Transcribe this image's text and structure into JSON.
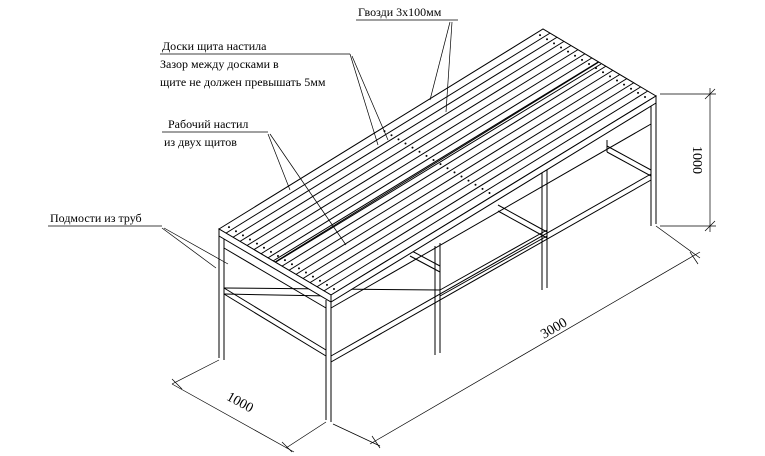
{
  "labels": {
    "nails": "Гвозди 3х100мм",
    "boards_line1": "Доски щита настила",
    "boards_line2": "Зазор между досками в",
    "boards_line3": "щите не должен превышать 5мм",
    "deck_line1": "Рабочий настил",
    "deck_line2": "из двух щитов",
    "scaffold": "Подмости из труб"
  },
  "dimensions": {
    "height": "1000",
    "length": "3000",
    "width": "1000"
  }
}
